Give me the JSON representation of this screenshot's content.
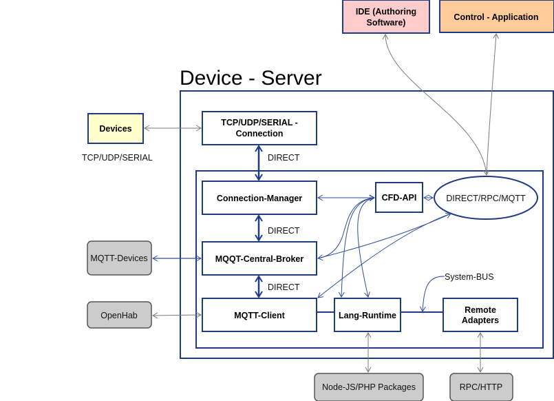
{
  "title": "Device - Server",
  "colors": {
    "stroke": "#1f3a84",
    "link_blue": "#2d4d9c",
    "link_gray": "#7a7a7a",
    "ide_fill": "#ffcccc",
    "control_fill": "#ffcc99",
    "devices_fill": "#ffffcc",
    "external_fill": "#cccccc",
    "external_stroke": "#555555"
  },
  "nodes": {
    "ide": {
      "lines": [
        "IDE (Authoring",
        "Software)"
      ]
    },
    "control": {
      "lines": [
        "Control - Application"
      ]
    },
    "devices": {
      "lines": [
        "Devices"
      ]
    },
    "tcp_connection": {
      "lines": [
        "TCP/UDP/SERIAL -",
        "Connection"
      ]
    },
    "connection_manager": {
      "lines": [
        "Connection-Manager"
      ]
    },
    "cfd_api": {
      "lines": [
        "CFD-API"
      ]
    },
    "direct_rpc_mqtt": {
      "lines": [
        "DIRECT/RPC/MQTT"
      ]
    },
    "mqtt_broker": {
      "lines": [
        "MQQT-Central-Broker"
      ]
    },
    "mqtt_client": {
      "lines": [
        "MQTT-Client"
      ]
    },
    "lang_runtime": {
      "lines": [
        "Lang-Runtime"
      ]
    },
    "remote_adapters": {
      "lines": [
        "Remote",
        "Adapters"
      ]
    },
    "mqtt_devices": {
      "lines": [
        "MQTT-Devices"
      ]
    },
    "openhab": {
      "lines": [
        "OpenHab"
      ]
    },
    "node_php": {
      "lines": [
        "Node-JS/PHP Packages"
      ]
    },
    "rpc_http": {
      "lines": [
        "RPC/HTTP"
      ]
    }
  },
  "labels": {
    "tcp_udp_serial": "TCP/UDP/SERIAL",
    "direct_1": "DIRECT",
    "direct_2": "DIRECT",
    "direct_3": "DIRECT",
    "system_bus": "System-BUS"
  }
}
